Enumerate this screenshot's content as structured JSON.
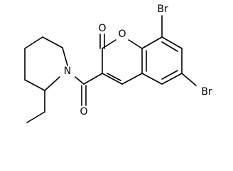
{
  "atom_labels": {
    "ring_oxygen": "O",
    "lactone_oxygen": "O",
    "amide_oxygen": "O",
    "nitrogen": "N",
    "bromine_8": "Br",
    "bromine_6": "Br"
  }
}
